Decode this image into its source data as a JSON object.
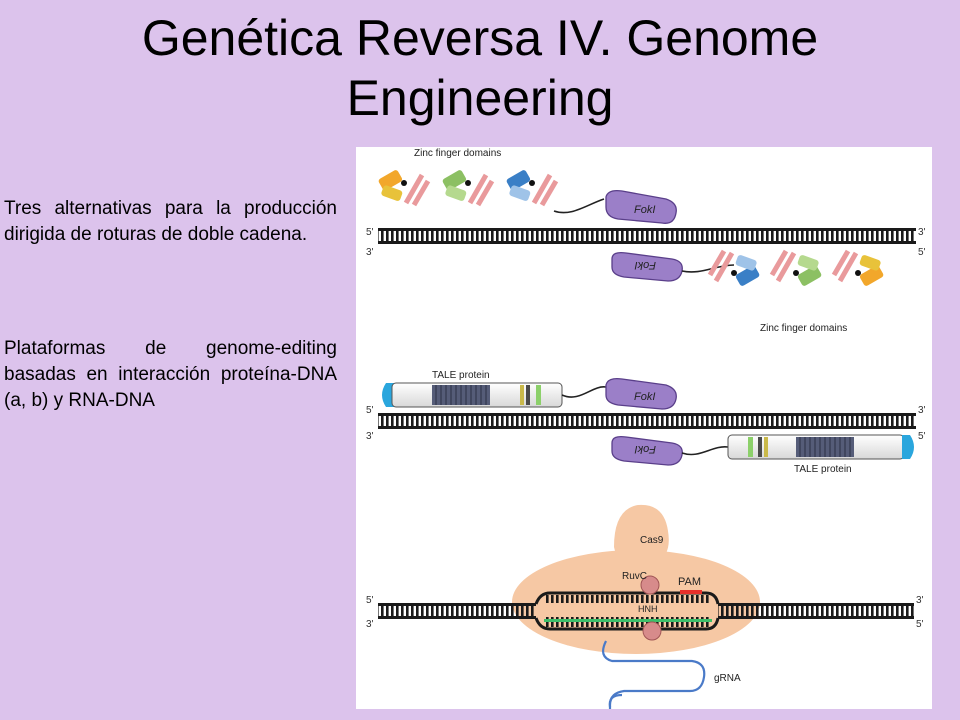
{
  "slide": {
    "title_line1": "Genética Reversa IV. Genome",
    "title_line2": "Engineering",
    "paragraph1": "Tres alternativas para la producción dirigida de roturas de doble cadena.",
    "paragraph2": "Plataformas de genome-editing basadas en interacción proteína-DNA (a, b) y RNA-DNA"
  },
  "figure": {
    "labels": {
      "zinc_finger_top": "Zinc finger domains",
      "zinc_finger_bottom": "Zinc finger domains",
      "fokI": "FokI",
      "tale_top": "TALE protein",
      "tale_bottom": "TALE protein",
      "cas9": "Cas9",
      "ruvc": "RuvC",
      "pam": "PAM",
      "hnh": "HNH",
      "grna": "gRNA",
      "five_prime": "5'",
      "three_prime": "3'"
    },
    "colors": {
      "fokI": "#9b7fc8",
      "cas9": "#f6c8a4",
      "pam": "#e8302a",
      "guide": "#3dbf6a",
      "grna": "#4a7ac8",
      "zf_orange": "#f2a72b",
      "zf_green": "#8cc063",
      "zf_blue": "#3a7fc6",
      "zf_pink": "#e99a9c",
      "tale_cap": "#2aa6dd"
    }
  }
}
